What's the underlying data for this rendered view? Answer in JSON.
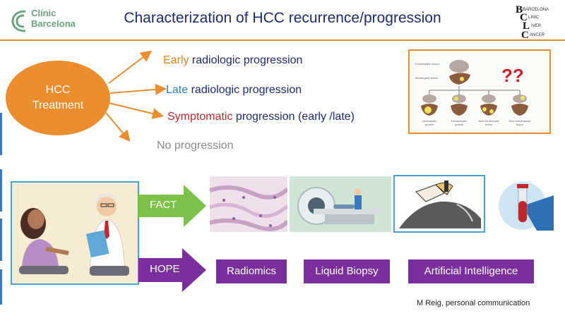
{
  "header": {
    "logo_line1": "Clínic",
    "logo_line2": "Barcelona",
    "title": "Characterization of HCC recurrence/progression",
    "bclc_word_1": "BARCELONA",
    "bclc_word_2": "LINIC",
    "bclc_word_3": "IVER",
    "bclc_word_4": "ANCER"
  },
  "treatment": {
    "line1": "HCC",
    "line2": "Treatment"
  },
  "outcomes": [
    {
      "keyword": "Early",
      "keyword_color": "#d9821f",
      "rest": " radiologic progression"
    },
    {
      "keyword": "Late",
      "keyword_color": "#2a83b8",
      "rest": " radiologic progression"
    },
    {
      "keyword": "Symptomatic",
      "keyword_color": "#c0282c",
      "rest": " progression (early /late)"
    },
    {
      "keyword": "",
      "keyword_color": "#8a8a8a",
      "rest": "No progression"
    }
  ],
  "liver_diagram": {
    "question": "??",
    "top_label_1": "Extrahepatic lesion",
    "top_label_2": "Intrahepatic lesion",
    "bottom_labels": [
      "Intrahepatic growth",
      "Extrahepatic growth",
      "New intrahepatic lesion",
      "New extrahepatic lesion"
    ]
  },
  "fact": {
    "label": "FACT"
  },
  "hope": {
    "label": "HOPE"
  },
  "hope_items": [
    "Radiomics",
    "Liquid Biopsy",
    "Artificial Intelligence"
  ],
  "reference": "M Reig, personal communication",
  "colors": {
    "orange": "#e98d2e",
    "navy": "#1d2a6b",
    "green_arrow": "#7cc14a",
    "purple": "#7a2f9c"
  }
}
